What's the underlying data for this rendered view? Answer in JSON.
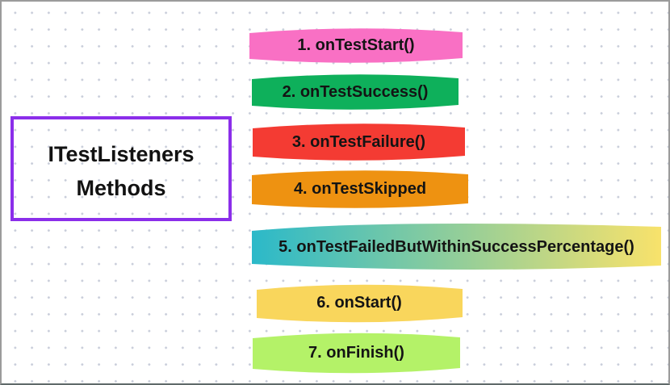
{
  "title": {
    "line1": "ITestListeners",
    "line2": "Methods",
    "border_color": "#8b2eea"
  },
  "background": {
    "dot_color": "#c8cdda",
    "fill": "#ffffff"
  },
  "banners": [
    {
      "label": "1. onTestStart()",
      "color": "#f970c4"
    },
    {
      "label": "2. onTestSuccess()",
      "color": "#0eb05b"
    },
    {
      "label": "3. onTestFailure()",
      "color": "#f43b33"
    },
    {
      "label": "4. onTestSkipped",
      "color": "#ee9211"
    },
    {
      "label": "5. onTestFailedButWithinSuccessPercentage()",
      "color_start": "#2bb9c9",
      "color_end": "#f8e26b"
    },
    {
      "label": "6. onStart()",
      "color": "#f9d65c"
    },
    {
      "label": "7. onFinish()",
      "color": "#b4f268"
    }
  ]
}
